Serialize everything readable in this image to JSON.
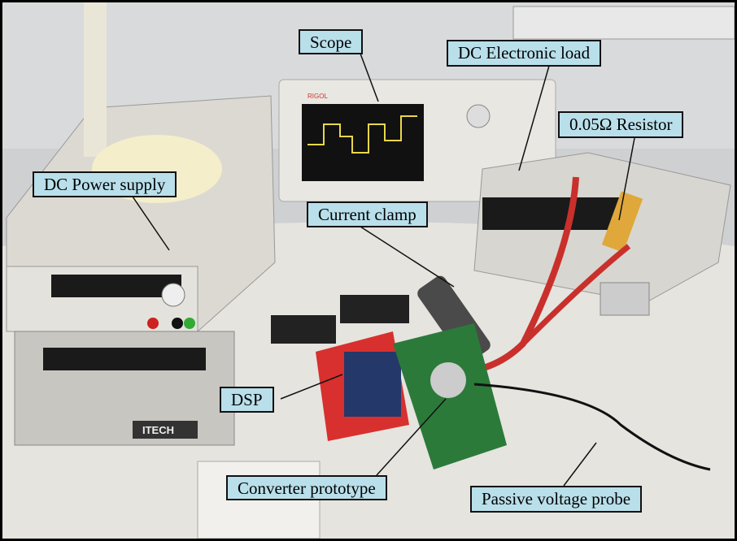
{
  "labels": {
    "scope": "Scope",
    "dc_electronic_load": "DC Electronic load",
    "resistor": "0.05Ω Resistor",
    "dc_power_supply": "DC Power supply",
    "current_clamp": "Current clamp",
    "dsp": "DSP",
    "converter_prototype": "Converter prototype",
    "passive_voltage_probe": "Passive voltage probe"
  },
  "equipment_markings": {
    "scope_brand": "RIGOL",
    "itech_brand": "ITECH"
  },
  "colors": {
    "label_fill": "#b9dfea",
    "label_border": "#111111"
  }
}
